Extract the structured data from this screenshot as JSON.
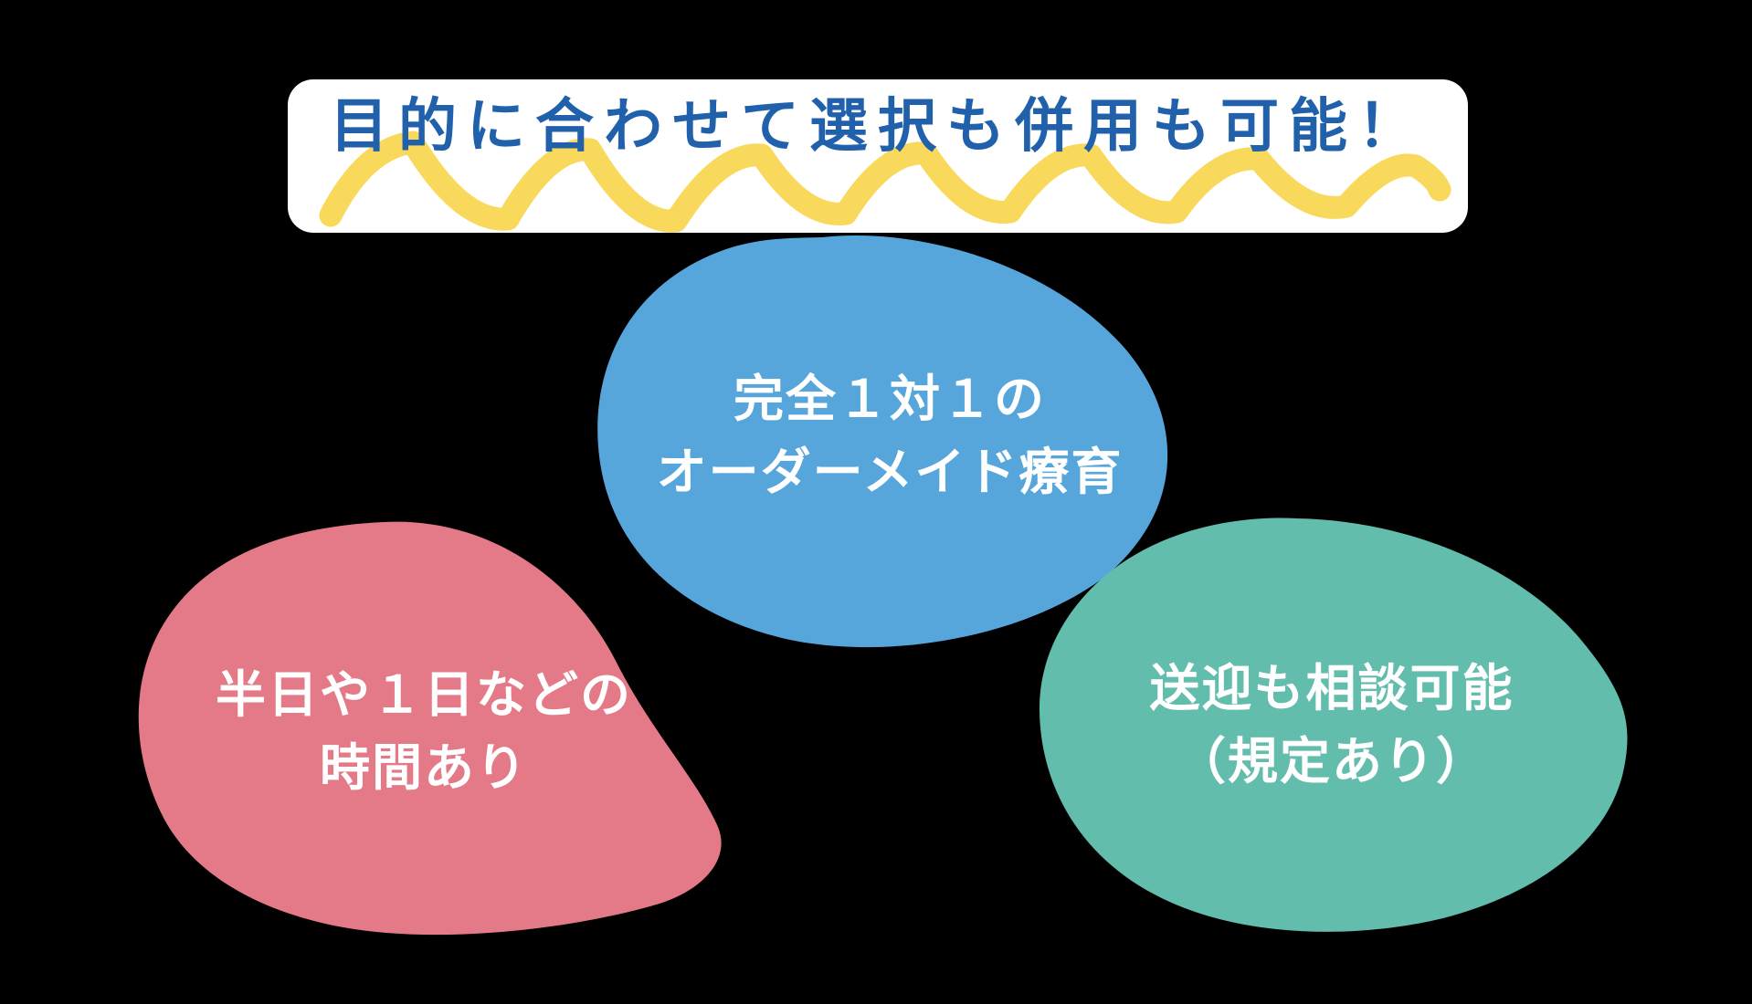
{
  "title": {
    "text": "目的に合わせて選択も併用も可能！"
  },
  "bubbles": [
    {
      "name": "ordermade-therapy",
      "lines": [
        "完全１対１の",
        "オーダーメイド療育"
      ],
      "color": "#56a6db"
    },
    {
      "name": "time-options",
      "lines": [
        "半日や１日などの",
        "時間あり"
      ],
      "color": "#e47a88"
    },
    {
      "name": "pickup-service",
      "lines": [
        "送迎も相談可能",
        "（規定あり）"
      ],
      "color": "#62bdac"
    }
  ],
  "colors": {
    "background": "#000000",
    "banner": "#ffffff",
    "title_text": "#2161ab",
    "wave": "#f8d95c",
    "bubble_text": "#ffffff"
  }
}
